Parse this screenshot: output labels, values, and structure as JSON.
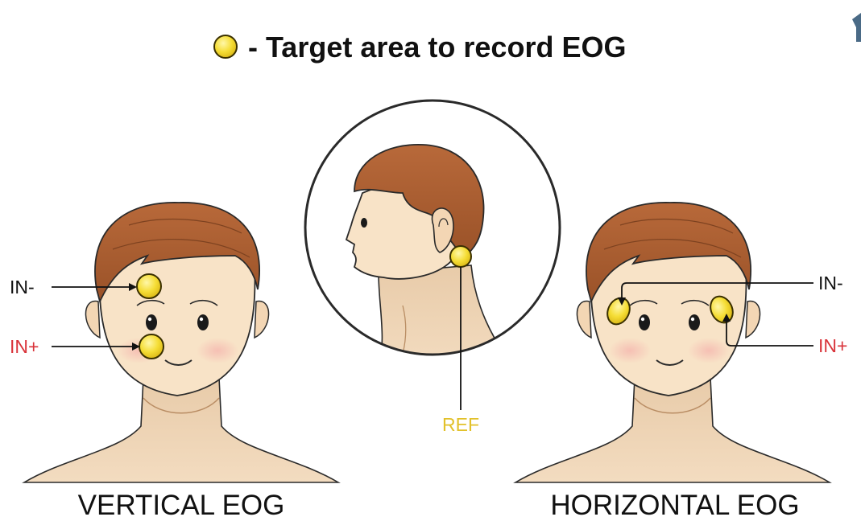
{
  "legend": {
    "text": "- Target area to record EOG"
  },
  "vertical": {
    "caption": "VERTICAL EOG",
    "in_minus_label": "IN-",
    "in_plus_label": "IN+"
  },
  "side_view": {
    "ref_label": "REF"
  },
  "horizontal": {
    "caption": "HORIZONTAL EOG",
    "in_minus_label": "IN-",
    "in_plus_label": "IN+"
  },
  "colors": {
    "electrode_fill": "#f4dc35",
    "electrode_stroke": "#3a3000",
    "in_plus_text": "#d9333a",
    "ref_text": "#e2c12a",
    "in_minus_text": "#111111",
    "hair": "#a35a2c",
    "skin": "#f8e3c7",
    "neck_shadow": "#e2c3a0"
  }
}
